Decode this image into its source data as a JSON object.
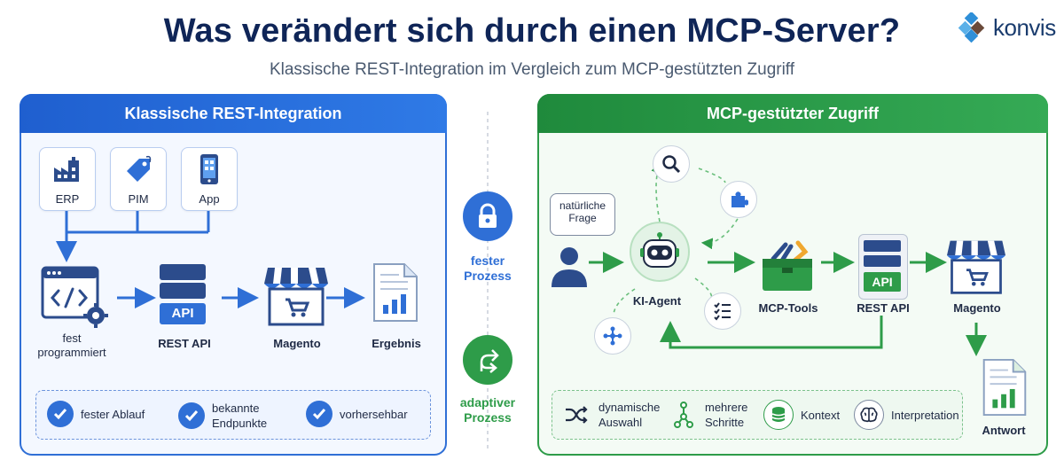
{
  "header": {
    "title": "Was verändert sich durch einen MCP-Server?",
    "subtitle": "Klassische REST-Integration im Vergleich zum MCP-gestützten Zugriff",
    "logo_text": "konvis"
  },
  "left_panel": {
    "title": "Klassische REST-Integration",
    "sources": [
      "ERP",
      "PIM",
      "App"
    ],
    "flow": {
      "step1": [
        "fest",
        "programmiert"
      ],
      "step2": "REST API",
      "step2_badge": "API",
      "step3": "Magento",
      "step4": "Ergebnis"
    },
    "features": [
      {
        "line1": "fester Ablauf",
        "line2": ""
      },
      {
        "line1": "bekannte",
        "line2": "Endpunkte"
      },
      {
        "line1": "vorhersehbar",
        "line2": ""
      }
    ]
  },
  "middle": {
    "fixed": [
      "fester",
      "Prozess"
    ],
    "adaptive": [
      "adaptiver",
      "Prozess"
    ]
  },
  "right_panel": {
    "title": "MCP-gestützter Zugriff",
    "bubble": [
      "natürliche",
      "Frage"
    ],
    "agent": "KI-Agent",
    "tools": "MCP-Tools",
    "rest": "REST API",
    "rest_badge": "API",
    "magento": "Magento",
    "answer": "Antwort",
    "features": [
      {
        "line1": "dynamische",
        "line2": "Auswahl"
      },
      {
        "line1": "mehrere",
        "line2": "Schritte"
      },
      {
        "line1": "Kontext",
        "line2": ""
      },
      {
        "line1": "Interpretation",
        "line2": ""
      }
    ]
  },
  "colors": {
    "blue": "#2f6fd6",
    "green": "#2e9c49",
    "navy": "#0f2557"
  }
}
